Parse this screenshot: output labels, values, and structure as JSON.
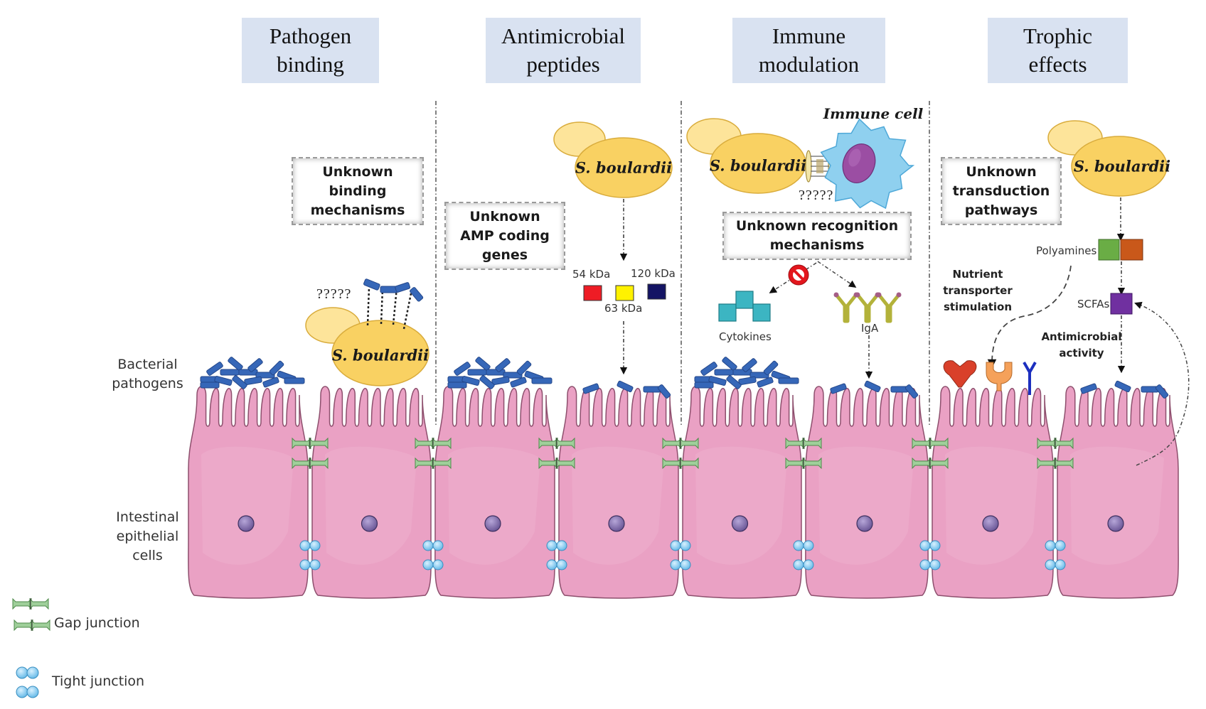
{
  "panels": [
    {
      "id": "pathogen-binding",
      "title_line1": "Pathogen",
      "title_line2": "binding",
      "note": [
        "Unknown",
        "binding",
        "mechanisms"
      ]
    },
    {
      "id": "antimicrobial-peptides",
      "title_line1": "Antimicrobial",
      "title_line2": "peptides",
      "note": [
        "Unknown",
        "AMP coding",
        "genes"
      ]
    },
    {
      "id": "immune-modulation",
      "title_line1": "Immune",
      "title_line2": "modulation",
      "note": [
        "Unknown recognition",
        "mechanisms"
      ]
    },
    {
      "id": "trophic-effects",
      "title_line1": "Trophic",
      "title_line2": "effects",
      "note": [
        "Unknown",
        "transduction",
        "pathways"
      ]
    }
  ],
  "organism": {
    "name": "S. boulardii",
    "unknown_marker": "?????"
  },
  "side_labels": {
    "bacteria_line1": "Bacterial",
    "bacteria_line2": "pathogens",
    "cells_line1": "Intestinal",
    "cells_line2": "epithelial",
    "cells_line3": "cells"
  },
  "amp": {
    "proteins": [
      {
        "label": "54 kDa",
        "color": "#ee1c25"
      },
      {
        "label": "63 kDa",
        "color": "#fff200"
      },
      {
        "label": "120 kDa",
        "color": "#141464"
      }
    ]
  },
  "immune": {
    "immune_cell_label": "Immune cell",
    "cytokines_label": "Cytokines",
    "iga_label": "IgA"
  },
  "trophic": {
    "polyamines_label": "Polyamines",
    "scfas_label": "SCFAs",
    "nutrient_line1": "Nutrient",
    "nutrient_line2": "transporter",
    "nutrient_line3": "stimulation",
    "antimicrobial_line1": "Antimicrobial",
    "antimicrobial_line2": "activity",
    "colors": {
      "polyamine_a": "#6aad45",
      "polyamine_b": "#c9581a",
      "scfa": "#7030a0"
    }
  },
  "legend": {
    "gap_junction": "Gap junction",
    "tight_junction": "Tight junction"
  },
  "colors": {
    "title_bg": "#d9e2f1",
    "yeast": "#f9d162",
    "yeast_bud": "#fde49a",
    "cell": "#eaa1c4",
    "pathogen": "#3667b8",
    "nucleus": "#7d6aa7",
    "immune_cell": "#8fd0ef"
  }
}
